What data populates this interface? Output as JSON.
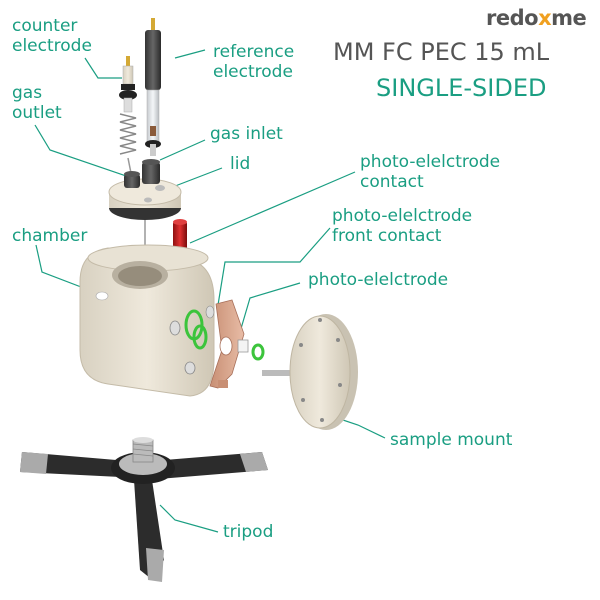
{
  "brand": {
    "pre": "redo",
    "x": "x",
    "post": "me"
  },
  "title": "MM FC PEC 15 mL",
  "subtitle": "SINGLE-SIDED",
  "labels": {
    "counter_electrode": [
      "counter",
      "electrode"
    ],
    "reference_electrode": [
      "reference",
      "electrode"
    ],
    "gas_outlet": [
      "gas",
      "outlet"
    ],
    "gas_inlet": "gas inlet",
    "lid": "lid",
    "photo_contact": [
      "photo-elelctrode",
      "contact"
    ],
    "photo_front_contact": [
      "photo-elelctrode",
      "front contact"
    ],
    "chamber": "chamber",
    "photo_electrode": "photo-elelctrode",
    "sample_mount": "sample mount",
    "tripod": "tripod"
  },
  "colors": {
    "accent": "#1a9e82",
    "title_gray": "#555555",
    "part_beige": "#e9e3d6",
    "o_ring_green": "#3cc43c",
    "copper": "#d9a88f",
    "red_contact": "#c81e1e",
    "dark_gray": "#444444"
  }
}
